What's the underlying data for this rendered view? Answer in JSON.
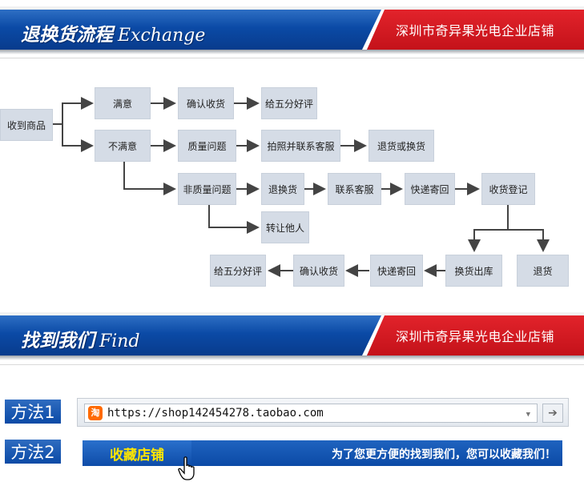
{
  "exchange_banner": {
    "title_cn": "退换货流程",
    "title_en": "Exchange",
    "shop_name": "深圳市奇异果光电企业店铺"
  },
  "flow": {
    "received": "收到商品",
    "satisfied": "满意",
    "confirm_receipt_1": "确认收货",
    "five_star_1": "给五分好评",
    "unsatisfied": "不满意",
    "quality_issue": "质量问题",
    "photo_contact": "拍照并联系客服",
    "return_or_exchange": "退货或换货",
    "non_quality_issue": "非质量问题",
    "return_exchange": "退换货",
    "contact_service": "联系客服",
    "express_send": "快递寄回",
    "receipt_register": "收货登记",
    "transfer_others": "转让他人",
    "exchange_out": "换货出库",
    "refund": "退货",
    "express_back": "快递寄回",
    "confirm_receipt_2": "确认收货",
    "five_star_2": "给五分好评"
  },
  "find_banner": {
    "title_cn": "找到我们",
    "title_en": "Find",
    "shop_name": "深圳市奇异果光电企业店铺"
  },
  "method1": {
    "label": "方法1",
    "url": "https://shop142454278.taobao.com",
    "site_icon_text": "淘",
    "dropdown_glyph": "▼",
    "go_glyph": "➔"
  },
  "method2": {
    "label": "方法2",
    "button_label": "收藏店铺",
    "hint": "为了您更方便的找到我们，您可以收藏我们！"
  },
  "colors": {
    "banner_blue": "#0b4aa6",
    "banner_red": "#c4121a",
    "box_fill": "#d5dce6",
    "arrow": "#444444",
    "fav_label": "#ffe600"
  }
}
